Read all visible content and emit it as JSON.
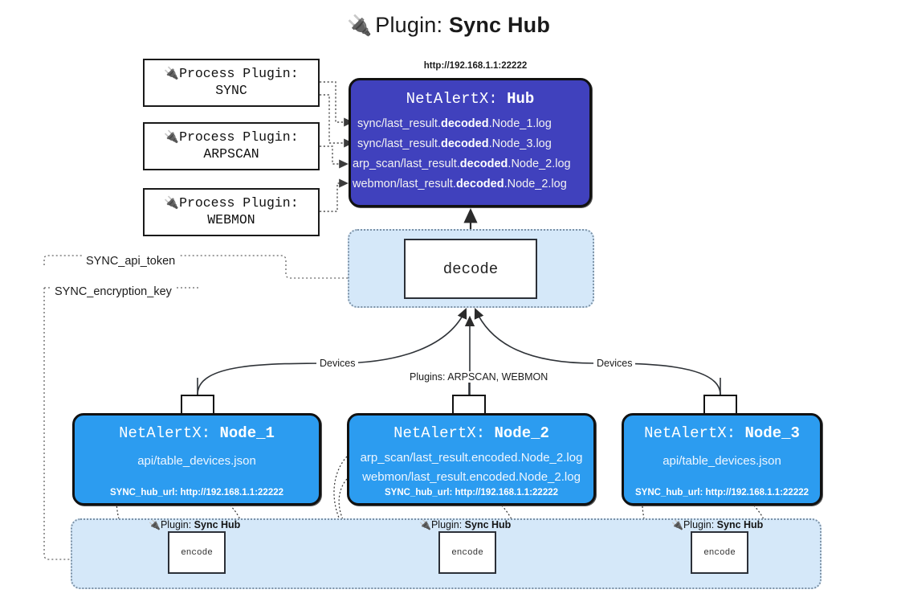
{
  "title": {
    "icon": "plug-icon",
    "prefix": "Plugin: ",
    "name": "Sync Hub"
  },
  "process_plugins": [
    {
      "icon": "plug-icon",
      "line1": "Process Plugin:",
      "line2": "SYNC"
    },
    {
      "icon": "plug-icon",
      "line1": "Process Plugin:",
      "line2": "ARPSCAN"
    },
    {
      "icon": "plug-icon",
      "line1": "Process Plugin:",
      "line2": "WEBMON"
    }
  ],
  "hub": {
    "url": "http://192.168.1.1:22222",
    "title_prefix": "NetAlertX: ",
    "title_name": "Hub",
    "lines": [
      {
        "pre": "sync/last_result.",
        "bold": "decoded",
        "post": ".Node_1.log"
      },
      {
        "pre": "sync/last_result.",
        "bold": "decoded",
        "post": ".Node_3.log"
      },
      {
        "pre": "arp_scan/last_result.",
        "bold": "decoded",
        "post": ".Node_2.log"
      },
      {
        "pre": "webmon/last_result.",
        "bold": "decoded",
        "post": ".Node_2.log"
      }
    ],
    "color": "#4041bd"
  },
  "decode": {
    "label": "decode",
    "container_color": "#d5e8f9"
  },
  "edge_labels": {
    "api_token": "SYNC_api_token",
    "encryption_key": "SYNC_encryption_key",
    "devices_left": "Devices",
    "devices_right": "Devices",
    "plugins_center": "Plugins: ARPSCAN, WEBMON"
  },
  "nodes": [
    {
      "title_prefix": "NetAlertX: ",
      "title_name": "Node_1",
      "lines": [
        "api/table_devices.json"
      ],
      "footer": "SYNC_hub_url: http://192.168.1.1:22222",
      "color": "#2c9cf0"
    },
    {
      "title_prefix": "NetAlertX: ",
      "title_name": "Node_2",
      "lines": [
        "arp_scan/last_result.encoded.Node_2.log",
        "webmon/last_result.encoded.Node_2.log"
      ],
      "footer": "SYNC_hub_url: http://192.168.1.1:22222",
      "color": "#2c9cf0"
    },
    {
      "title_prefix": "NetAlertX: ",
      "title_name": "Node_3",
      "lines": [
        "api/table_devices.json"
      ],
      "footer": "SYNC_hub_url: http://192.168.1.1:22222",
      "color": "#2c9cf0"
    }
  ],
  "encoders": [
    {
      "label_prefix": "Plugin: ",
      "label_name": "Sync Hub",
      "box": "encode"
    },
    {
      "label_prefix": "Plugin: ",
      "label_name": "Sync Hub",
      "box": "encode"
    },
    {
      "label_prefix": "Plugin: ",
      "label_name": "Sync Hub",
      "box": "encode"
    }
  ],
  "icons": {
    "plug": "🔌",
    "envelope": "envelope-icon"
  }
}
